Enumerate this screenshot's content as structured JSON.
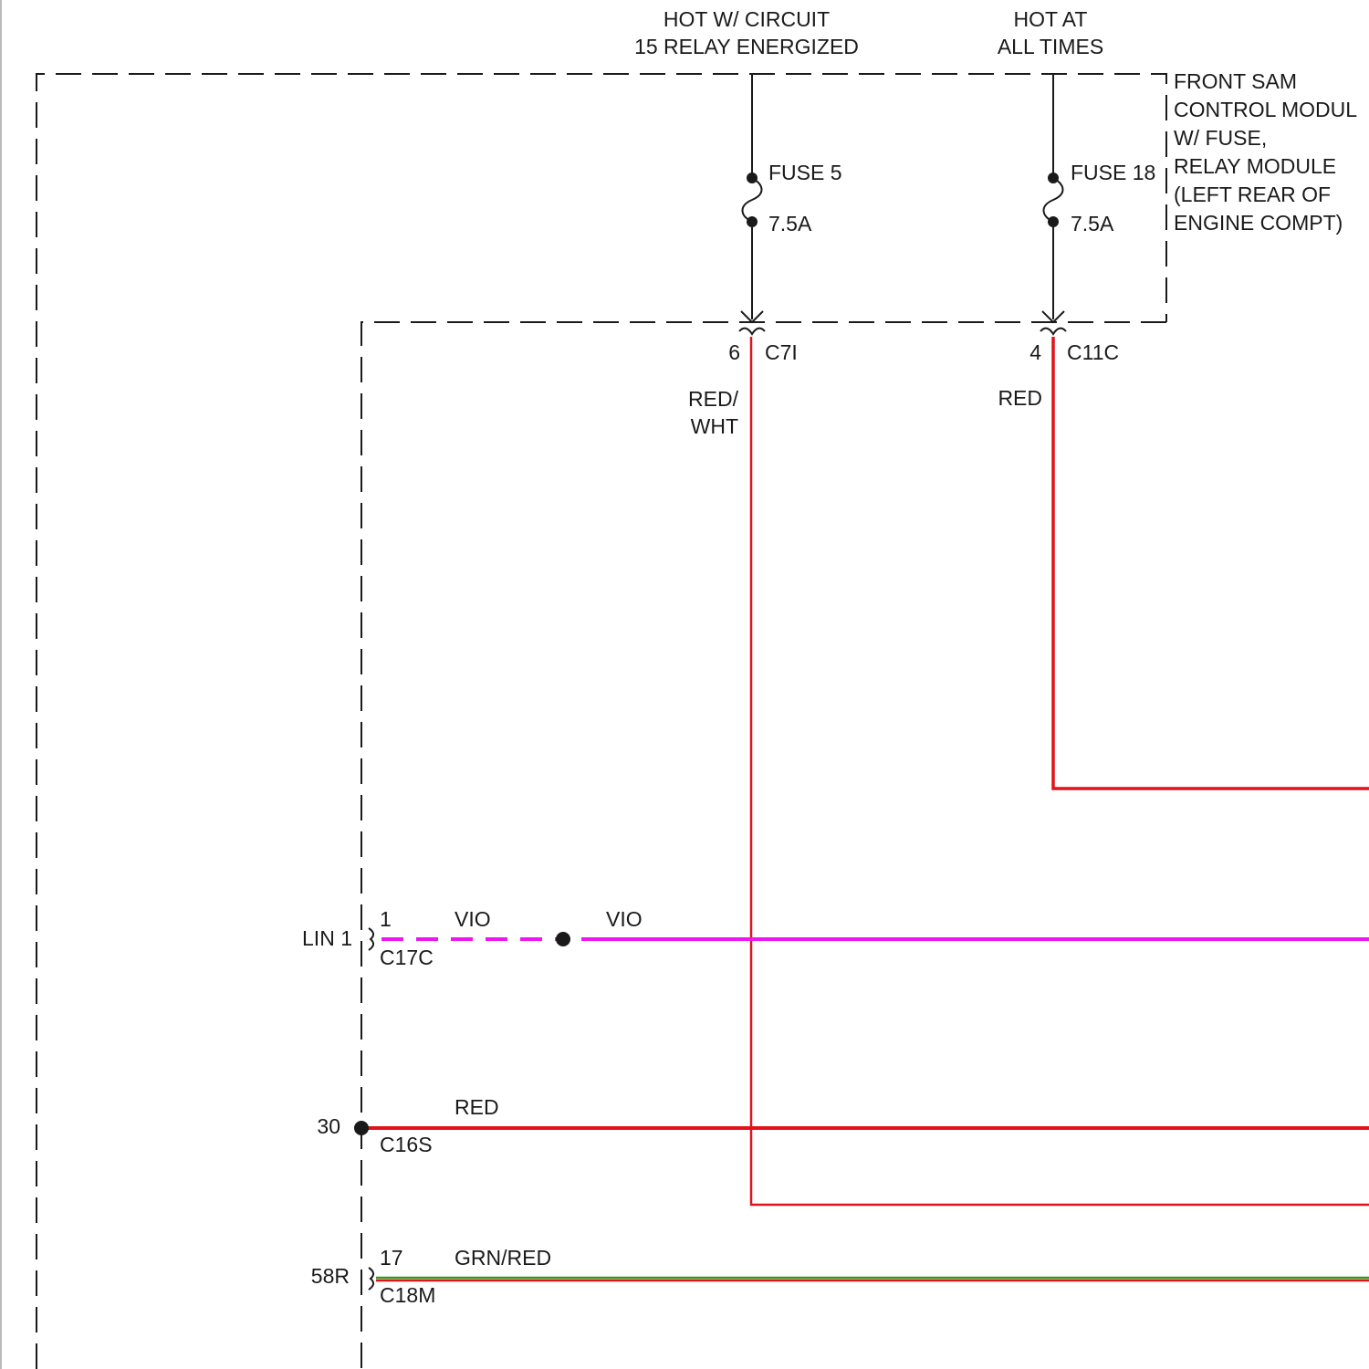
{
  "supply": {
    "fuse5_hot_line1": "HOT W/ CIRCUIT",
    "fuse5_hot_line2": "15 RELAY ENERGIZED",
    "fuse18_hot_line1": "HOT AT",
    "fuse18_hot_line2": "ALL TIMES"
  },
  "module": {
    "lines": [
      "FRONT SAM",
      "CONTROL MODUL",
      "W/ FUSE,",
      "RELAY MODULE",
      "(LEFT REAR OF",
      "ENGINE COMPT)"
    ]
  },
  "fuses": [
    {
      "name": "FUSE 5",
      "rating": "7.5A"
    },
    {
      "name": "FUSE 18",
      "rating": "7.5A"
    }
  ],
  "module_pins": [
    {
      "pin": "6",
      "connector": "C7I",
      "color_label": [
        "RED/",
        "WHT"
      ]
    },
    {
      "pin": "4",
      "connector": "C11C",
      "color_label": [
        "RED"
      ]
    }
  ],
  "circuits": [
    {
      "terminal": "LIN 1",
      "pin": "1",
      "connector": "C17C",
      "color_label": "VIO",
      "color_label_2": "VIO"
    },
    {
      "terminal": "30",
      "connector": "C16S",
      "color_label": "RED"
    },
    {
      "terminal": "58R",
      "pin": "17",
      "connector": "C18M",
      "color_label": "GRN/RED"
    }
  ],
  "colors": {
    "red": "#e3121a",
    "violet": "#ee16ee",
    "green": "#3a9a1e",
    "line": "#1a1a1a"
  }
}
